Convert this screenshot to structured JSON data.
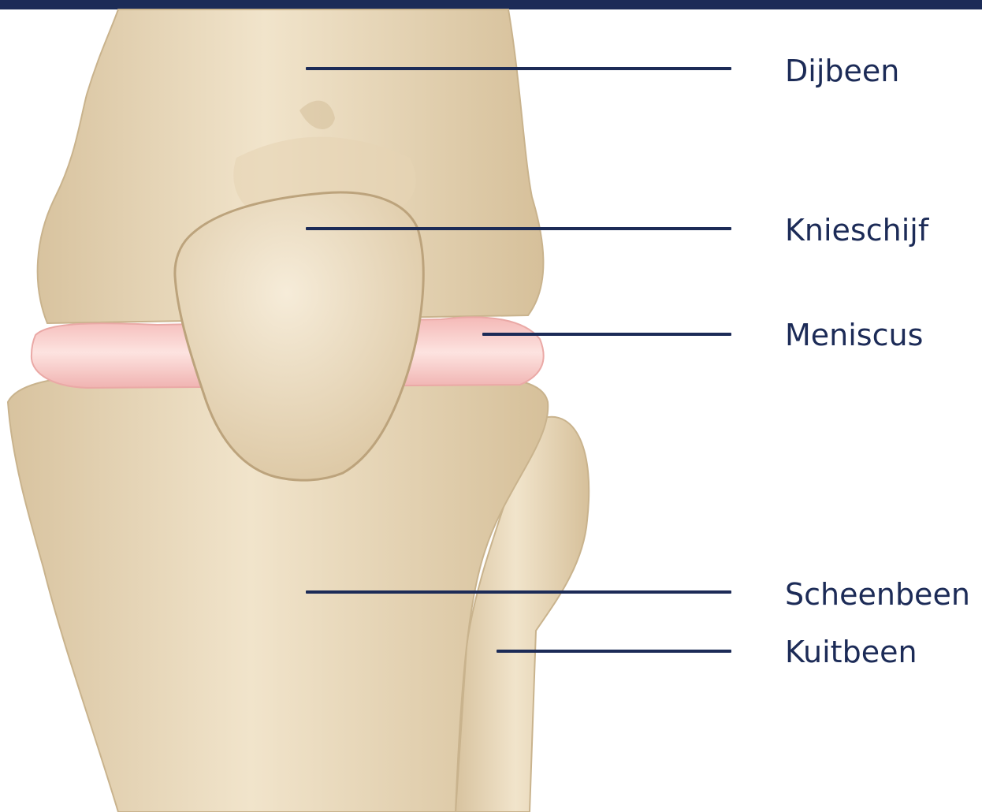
{
  "colors": {
    "accent": "#1c2b57",
    "bone": "#ecdcc0",
    "bone_shadow": "#c8b28c",
    "meniscus": "#f7c5c3",
    "background": "#ffffff"
  },
  "illustration": {
    "icon": "knee-anatomy-icon"
  },
  "labels": {
    "femur": "Dijbeen",
    "patella": "Knieschijf",
    "meniscus": "Meniscus",
    "tibia": "Scheenbeen",
    "fibula": "Kuitbeen"
  }
}
